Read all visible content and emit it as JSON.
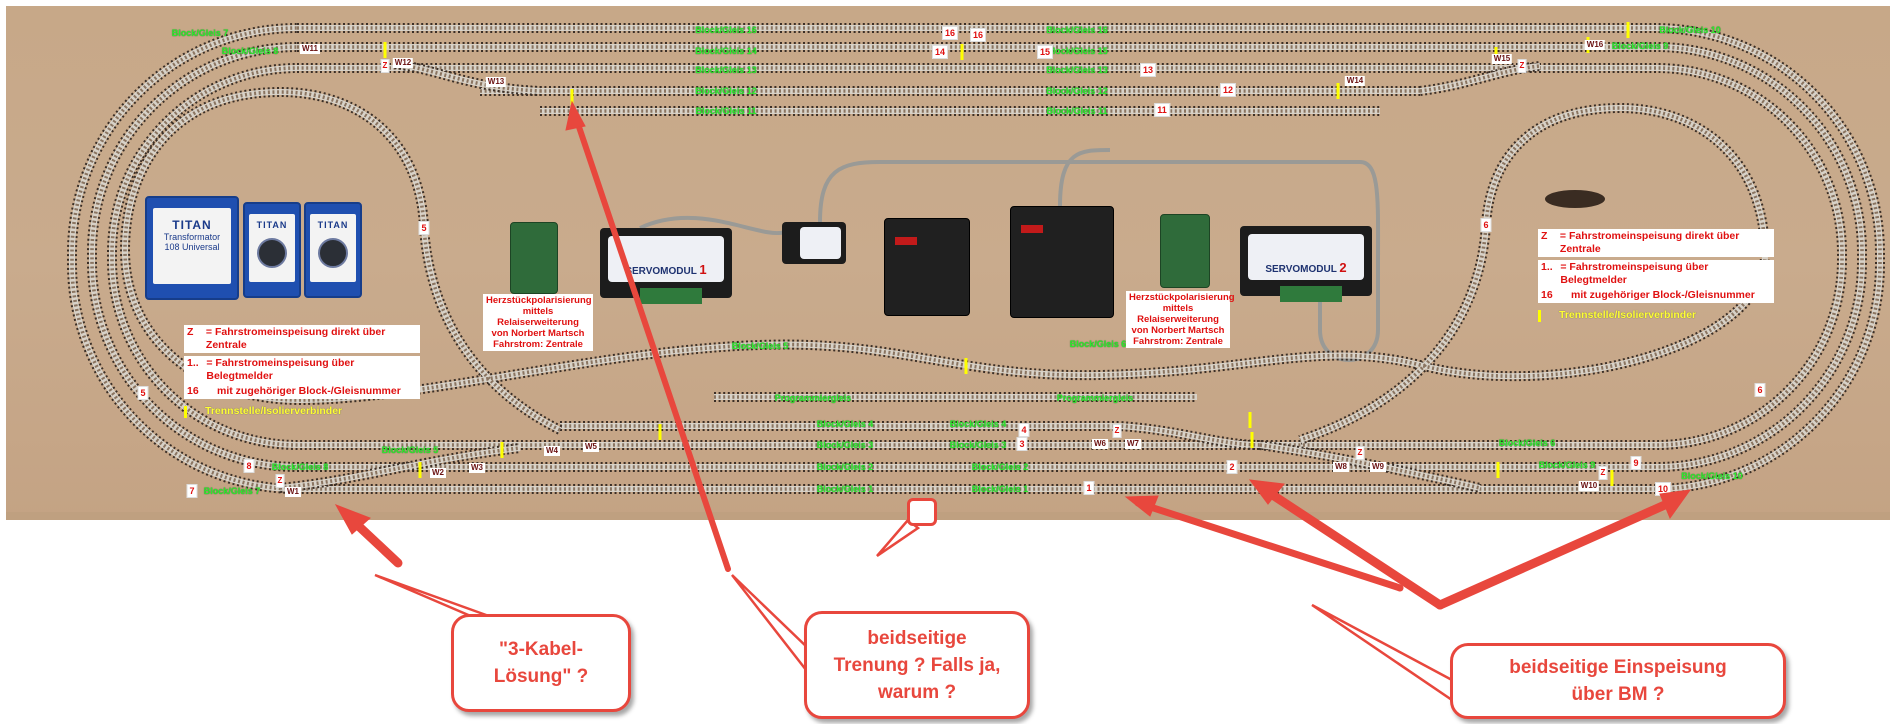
{
  "colors": {
    "board": "#c8a98a",
    "label_green": "#2ee82e",
    "marker_red": "#e01010",
    "arrow_red": "#e8473d",
    "separator_yellow": "#ffff00"
  },
  "track_labels": [
    "Block/Gleis 16",
    "Block/Gleis 14",
    "Block/Gleis 13",
    "Block/Gleis 12",
    "Block/Gleis 11",
    "Block/Gleis 16",
    "Block/Gleis 15",
    "Block/Gleis 13",
    "Block/Gleis 12",
    "Block/Gleis 11",
    "Block/Gleis 7",
    "Block/Gleis 8",
    "Block/Gleis 10",
    "Block/Gleis 9",
    "Block/Gleis 5",
    "Block/Gleis 6",
    "Programmiergleis",
    "Programmiergleis",
    "Block/Gleis 4",
    "Block/Gleis 3",
    "Block/Gleis 2",
    "Block/Gleis 1",
    "Block/Gleis 4",
    "Block/Gleis 3",
    "Block/Gleis 2",
    "Block/Gleis 1",
    "Block/Gleis 5",
    "Block/Gleis 8",
    "Block/Gleis 7",
    "Block/Gleis 6",
    "Block/Gleis 9",
    "Block/Gleis 10"
  ],
  "feed_markers": [
    "16",
    "16",
    "14",
    "15",
    "13",
    "12",
    "11",
    "5",
    "5",
    "6",
    "6",
    "7",
    "8",
    "9",
    "10",
    "1",
    "2",
    "3",
    "4",
    "Z",
    "Z",
    "Z",
    "Z",
    "Z",
    "Z"
  ],
  "turnouts": [
    "W11",
    "W12",
    "W13",
    "W14",
    "W15",
    "W16",
    "W1",
    "W2",
    "W3",
    "W4",
    "W5",
    "W6",
    "W7",
    "W8",
    "W9",
    "W10"
  ],
  "legend": {
    "z_key": "Z",
    "z_text": "= Fahrstromeinspeisung direkt über Zentrale",
    "n_key_1": "1..",
    "n_text_1": "= Fahrstromeinspeisung über Belegtmelder",
    "n_key_2": "16",
    "n_text_2": "mit zugehöriger Block-/Gleisnummer",
    "sep_text": "Trennstelle/Isolierverbinder"
  },
  "notes": {
    "relay_1": [
      "Herzstückpolarisierung",
      "mittels Relaiserweiterung",
      "von Norbert Martsch",
      "Fahrstrom: Zentrale"
    ]
  },
  "devices": {
    "titan_brand": "TITAN",
    "transformer_l1": "Transformator",
    "transformer_l2": "108 Universal",
    "servo_label": "SERVOMODUL",
    "servo_1": "1",
    "servo_2": "2"
  },
  "callouts": {
    "three_cable": [
      "\"3-Kabel-",
      "Lösung\" ?"
    ],
    "separation": [
      "beidseitige",
      "Trenung ? Falls ja,",
      "warum ?"
    ],
    "feed": [
      "beidseitige Einspeisung",
      "über BM ?"
    ]
  }
}
